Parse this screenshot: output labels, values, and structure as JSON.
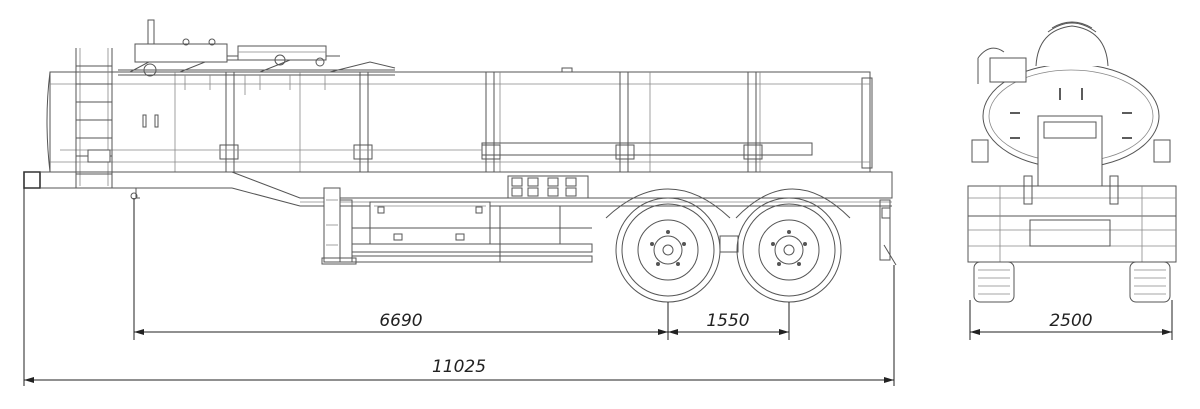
{
  "dimensions": {
    "kingpin_to_axle": "6690",
    "axle_spacing": "1550",
    "overall_length": "11025",
    "overall_width": "2500"
  }
}
